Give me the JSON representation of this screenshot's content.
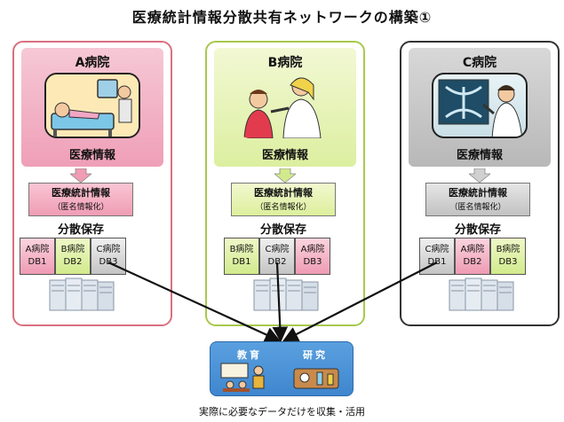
{
  "title": "医療統計情報分散共有ネットワークの構築①",
  "hospitals": [
    {
      "name": "A病院",
      "info": "医療情報",
      "stat_title": "医療統計情報",
      "stat_sub": "（匿名情報化）",
      "storage": "分散保存",
      "dbs": [
        {
          "hospital": "A病院",
          "db": "DB1"
        },
        {
          "hospital": "B病院",
          "db": "DB2"
        },
        {
          "hospital": "C病院",
          "db": "DB3"
        }
      ]
    },
    {
      "name": "B病院",
      "info": "医療情報",
      "stat_title": "医療統計情報",
      "stat_sub": "（匿名情報化）",
      "storage": "分散保存",
      "dbs": [
        {
          "hospital": "B病院",
          "db": "DB1"
        },
        {
          "hospital": "C病院",
          "db": "DB2"
        },
        {
          "hospital": "A病院",
          "db": "DB3"
        }
      ]
    },
    {
      "name": "C病院",
      "info": "医療情報",
      "stat_title": "医療統計情報",
      "stat_sub": "（匿名情報化）",
      "storage": "分散保存",
      "dbs": [
        {
          "hospital": "C病院",
          "db": "DB1"
        },
        {
          "hospital": "A病院",
          "db": "DB2"
        },
        {
          "hospital": "B病院",
          "db": "DB3"
        }
      ]
    }
  ],
  "destination": {
    "education": "教育",
    "research": "研究"
  },
  "footer": "実際に必要なデータだけを収集・活用",
  "colors": {
    "hospital_a": "#d9707f",
    "hospital_b": "#a7c94c",
    "hospital_c": "#333333",
    "pink": "#ef9cb4",
    "green": "#d2ea8c",
    "gray": "#c4c4c4",
    "blue": "#4a90d6"
  }
}
